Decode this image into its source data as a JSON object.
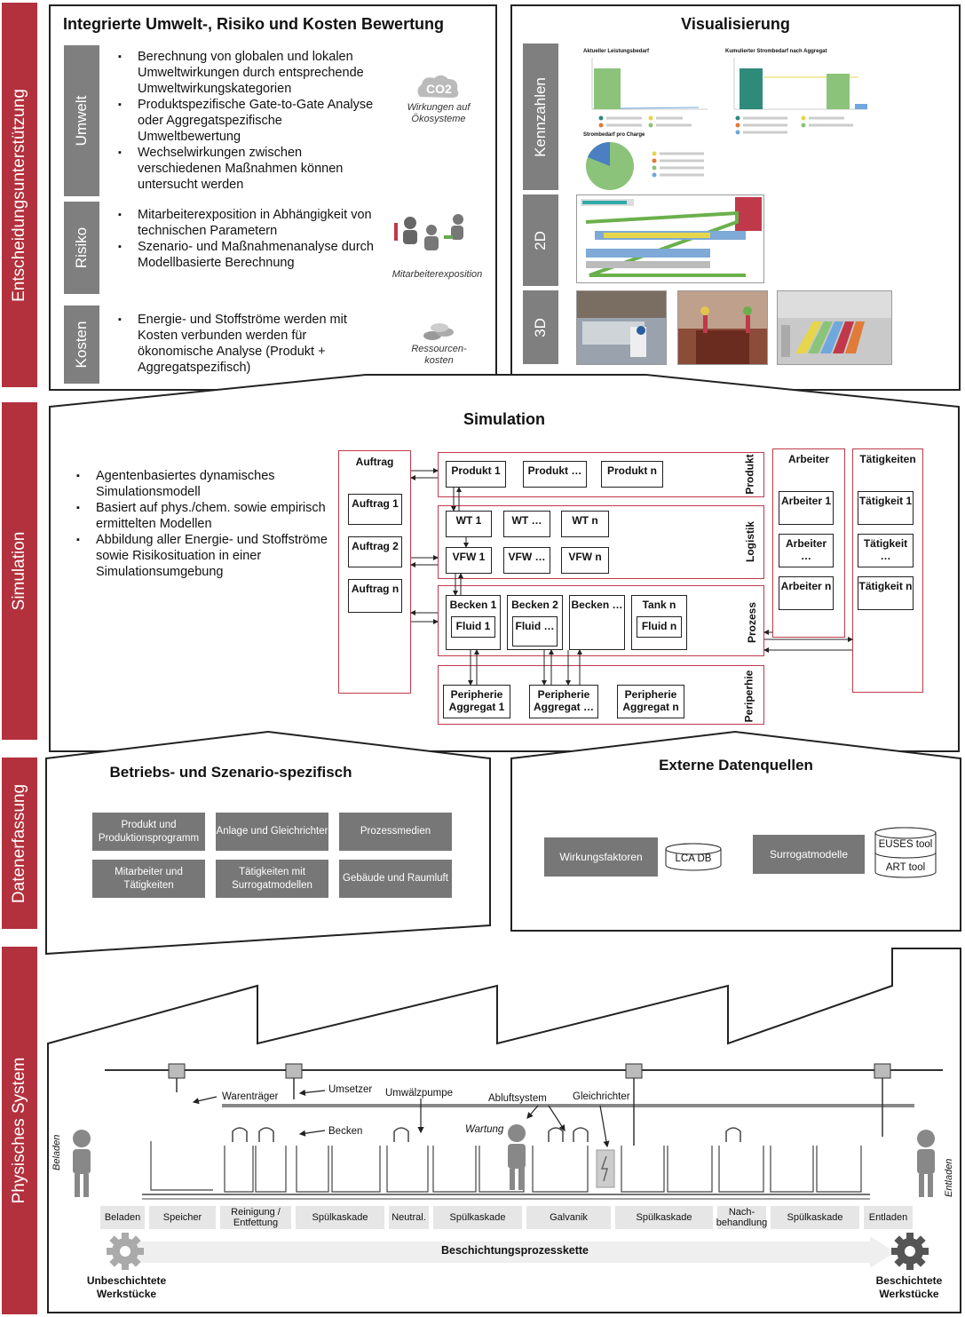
{
  "sidebar": {
    "entscheidung": "Entscheidungsunterstützung",
    "simulation": "Simulation",
    "datenerfassung": "Datenerfassung",
    "physisch": "Physisches System"
  },
  "bewertung": {
    "title": "Integrierte Umwelt-, Risiko und Kosten Bewertung",
    "umwelt": {
      "label": "Umwelt",
      "bullets": [
        "Berechnung von globalen und lokalen Umweltwirkungen durch entsprechende Umweltwirkungskategorien",
        "Produktspezifische Gate-to-Gate Analyse oder Aggregatspezifische Umweltbewertung",
        "Wechselwirkungen zwischen verschiedenen Maßnahmen können untersucht werden"
      ],
      "icon_caption": "Wirkungen auf Ökosysteme",
      "icon_text": "CO2"
    },
    "risiko": {
      "label": "Risiko",
      "bullets": [
        "Mitarbeiterexposition in Abhängigkeit von technischen Parametern",
        "Szenario- und Maßnahmenanalyse durch Modellbasierte Berechnung"
      ],
      "icon_caption": "Mitarbeiterexposition"
    },
    "kosten": {
      "label": "Kosten",
      "bullets": [
        "Energie- und Stoffströme werden mit Kosten verbunden werden für ökonomische Analyse (Produkt + Aggregatspezifisch)"
      ],
      "icon_caption": "Ressourcen-kosten"
    }
  },
  "visualisierung": {
    "title": "Visualisierung",
    "tabs": [
      "Kennzahlen",
      "2D",
      "3D"
    ],
    "chart1_title": "Aktueller Leistungsbedarf",
    "chart2_title": "Kumulierter Strombedarf nach Aggregat",
    "chart3_title": "Strombedarf pro Charge"
  },
  "simulation": {
    "title": "Simulation",
    "bullets": [
      "Agentenbasiertes dynamisches Simulationsmodell",
      "Basiert auf phys./chem. sowie empirisch ermittelten Modellen",
      "Abbildung aller Energie- und Stoffströme sowie Risikosituation in einer Simulationsumgebung"
    ],
    "auftrag": {
      "title": "Auftrag",
      "items": [
        "Auftrag 1",
        "Auftrag 2",
        "Auftrag n"
      ]
    },
    "produkt": {
      "label": "Produkt",
      "items": [
        "Produkt 1",
        "Produkt …",
        "Produkt n"
      ]
    },
    "logistik": {
      "label": "Logistik",
      "wt": [
        "WT 1",
        "WT …",
        "WT n"
      ],
      "vfw": [
        "VFW 1",
        "VFW …",
        "VFW n"
      ]
    },
    "prozess": {
      "label": "Prozess",
      "becken1": "Becken 1",
      "fluid1": "Fluid 1",
      "becken2": "Becken 2",
      "fluid2": "Fluid …",
      "becken3": "Becken …",
      "tank": "Tank n",
      "fluidn": "Fluid n"
    },
    "peripherie": {
      "label": "Periperhie",
      "items": [
        "Peripherie Aggregat 1",
        "Peripherie Aggregat …",
        "Peripherie Aggregat n"
      ]
    },
    "arbeiter": {
      "title": "Arbeiter",
      "items": [
        "Arbeiter 1",
        "Arbeiter …",
        "Arbeiter n"
      ]
    },
    "taetigkeiten": {
      "title": "Tätigkeiten",
      "items": [
        "Tätigkeit 1",
        "Tätigkeit …",
        "Tätigkeit n"
      ]
    }
  },
  "betrieb": {
    "title": "Betriebs- und Szenario-spezifisch",
    "buttons": [
      "Produkt und Produktionsprogramm",
      "Anlage und Gleichrichter",
      "Prozessmedien",
      "Mitarbeiter und Tätigkeiten",
      "Tätigkeiten mit Surrogatmodellen",
      "Gebäude und Raumluft"
    ]
  },
  "extern": {
    "title": "Externe Datenquellen",
    "wirkungsfaktoren": "Wirkungsfaktoren",
    "lca": "LCA DB",
    "surrogat": "Surrogatmodelle",
    "euses": "EUSES tool",
    "art": "ART tool"
  },
  "physisch": {
    "labels": {
      "warentraeger": "Warenträger",
      "umsetzer": "Umsetzer",
      "umwaelzpumpe": "Umwälzpumpe",
      "abluft": "Abluftsystem",
      "gleichrichter": "Gleichrichter",
      "becken": "Becken",
      "wartung": "Wartung",
      "beladen_side": "Beladen",
      "entladen_side": "Entladen"
    },
    "stages": [
      "Beladen",
      "Speicher",
      "Reinigung / Entfettung",
      "Spülkaskade",
      "Neutral.",
      "Spülkaskade",
      "Galvanik",
      "Spülkaskade",
      "Nach-behandlung",
      "Spülkaskade",
      "Entladen"
    ],
    "kette": "Beschichtungsprozesskette",
    "start": "Unbeschichtete Werkstücke",
    "end": "Beschichtete Werkstücke"
  }
}
